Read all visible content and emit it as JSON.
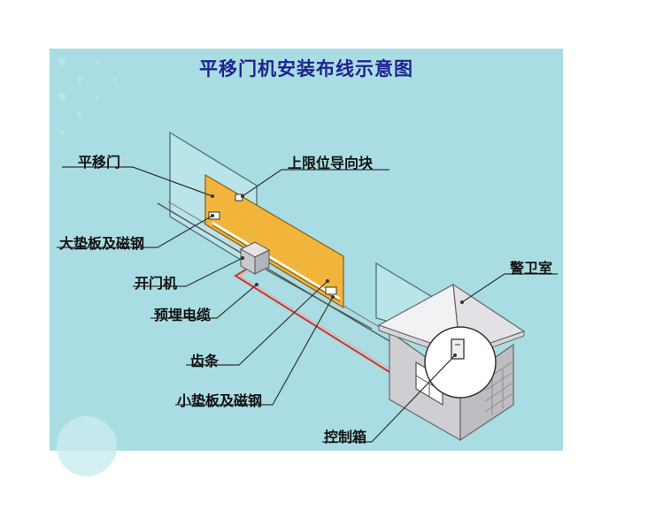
{
  "diagram": {
    "title": "平移门机安装布线示意图",
    "labels": {
      "sliding_gate": "平移门",
      "upper_guide_block": "上限位导向块",
      "large_pad_magnet": "大垫板及磁钢",
      "gate_opener": "开门机",
      "embedded_cable": "预埋电缆",
      "gear_rack": "齿条",
      "small_pad_magnet": "小垫板及磁钢",
      "guard_house": "警卫室",
      "control_box": "控制箱"
    }
  },
  "colors": {
    "background": "#a9dde3",
    "title": "#1f2390",
    "gate_panel": "#f2b53c",
    "cable": "#d0342c",
    "house_wall": "#cfcfd3",
    "roof": "#f2f2f4"
  }
}
